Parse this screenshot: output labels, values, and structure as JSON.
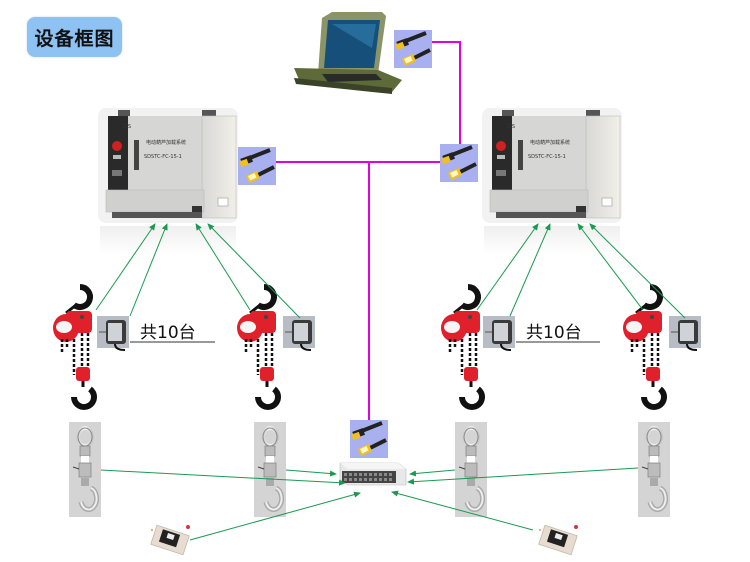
{
  "title": "设备框图",
  "groups": [
    {
      "count_label": "共10台"
    },
    {
      "count_label": "共10台"
    }
  ],
  "cabinet": {
    "name_label": "电动葫芦加载系统",
    "model_label": "SDSTC-FC-15-1",
    "logo_label": "ZJS"
  },
  "colors": {
    "title_bg": "#8ec2f3",
    "network_line": "#e000e0",
    "signal_line": "#1a9a50",
    "hoist_red": "#e0202a",
    "cable_tile_bg": "#a8b0f0"
  },
  "devices": {
    "laptop": "rugged-laptop",
    "cabinets": [
      "control-cabinet-left",
      "control-cabinet-right"
    ],
    "switch": "network-switch",
    "hoists": [
      "hoist-1",
      "hoist-2",
      "hoist-3",
      "hoist-4"
    ],
    "encoders": [
      "encoder-1",
      "encoder-2",
      "encoder-3",
      "encoder-4"
    ],
    "load_cells": [
      "load-cell-1",
      "load-cell-2",
      "load-cell-3",
      "load-cell-4"
    ],
    "sensors": [
      "inclinometer-left",
      "inclinometer-right"
    ],
    "cables": [
      "cable-laptop",
      "cable-cabinet-left",
      "cable-cabinet-right",
      "cable-switch"
    ]
  }
}
